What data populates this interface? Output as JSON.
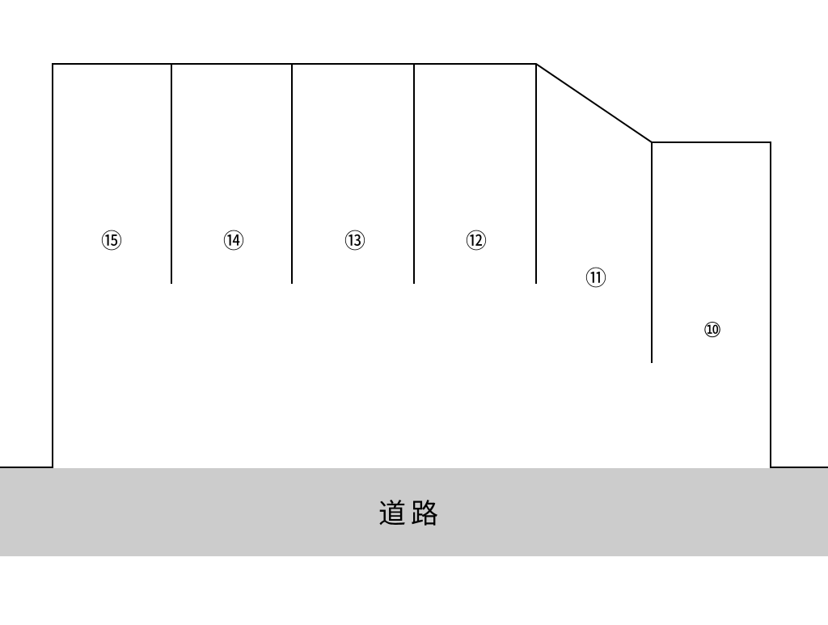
{
  "diagram": {
    "road_label": "道路",
    "spaces": [
      {
        "id": "space-15",
        "label": "⑮"
      },
      {
        "id": "space-14",
        "label": "⑭"
      },
      {
        "id": "space-13",
        "label": "⑬"
      },
      {
        "id": "space-12",
        "label": "⑫"
      },
      {
        "id": "space-11",
        "label": "⑪"
      },
      {
        "id": "space-10",
        "label": "⑩"
      }
    ]
  },
  "colors": {
    "line": "#000000",
    "road": "#cccccc",
    "background": "#ffffff"
  }
}
